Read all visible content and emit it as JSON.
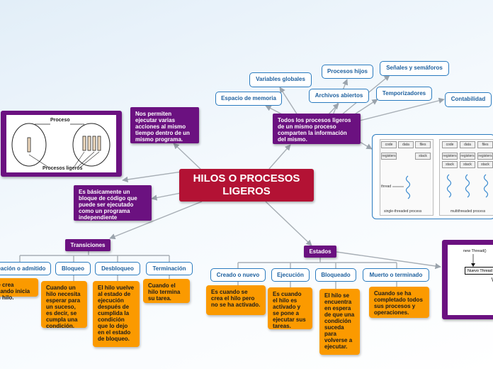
{
  "central": {
    "title": "HILOS O PROCESOS LIGEROS"
  },
  "left_notes": {
    "permiten": "Nos permiten ejecutar varias acciones al mismo tiempo dentro de un mismo programa.",
    "bloque": "Es básicamente un bloque de código que puede ser ejecutado como un programa independiente"
  },
  "right_note": {
    "todos": "Todos los procesos ligeros de un mismo proceso comparten la información del mismo."
  },
  "shared_items": {
    "variables": "Variables globales",
    "procesos_hijos": "Procesos hijos",
    "senales": "Señales y semáforos",
    "espacio": "Espacio de memoria",
    "archivos": "Archivos abiertos",
    "temporizadores": "Temporizadores",
    "contabilidad": "Contabilidad"
  },
  "proceso_image": {
    "label_top": "Proceso",
    "label_bottom": "Procesos ligeros"
  },
  "thread_image": {
    "single": {
      "cells": [
        "code",
        "data",
        "files",
        "registers",
        "stack"
      ],
      "thread": "thread",
      "caption": "single-threaded process"
    },
    "multi": {
      "cells": [
        "code",
        "data",
        "files",
        "registers",
        "registers",
        "registers",
        "stack",
        "stack",
        "stack"
      ],
      "caption": "multithreaded process"
    }
  },
  "state_image": {
    "new_thread": "new Thread()",
    "state": "Nuevo Thread"
  },
  "transiciones": {
    "title": "Transiciones",
    "items": [
      {
        "label": "Creación o admitido",
        "desc": "Se crea cuando inicia un hilo."
      },
      {
        "label": "Bloqueo",
        "desc": "Cuando un hilo necesita esperar para un suceso, es decir, se cumpla una condición."
      },
      {
        "label": "Desbloqueo",
        "desc": "El hilo vuelve al estado de ejecución después de cumplida la condición que lo dejo en el estado de bloqueo."
      },
      {
        "label": "Terminación",
        "desc": "Cuando el hilo termina su tarea."
      }
    ]
  },
  "estados": {
    "title": "Estados",
    "items": [
      {
        "label": "Creado o nuevo",
        "desc": "Es cuando se crea el hilo pero no se ha activado."
      },
      {
        "label": "Ejecución",
        "desc": "Es cuando el hilo es activado y se pone a ejecutar sus tareas."
      },
      {
        "label": "Bloqueado",
        "desc": "El hilo se encuentra en espera de que una condición suceda para volverse a ejecutar."
      },
      {
        "label": "Muerto o terminado",
        "desc": "Cuando se ha completado todos sus procesos y operaciones."
      }
    ]
  }
}
